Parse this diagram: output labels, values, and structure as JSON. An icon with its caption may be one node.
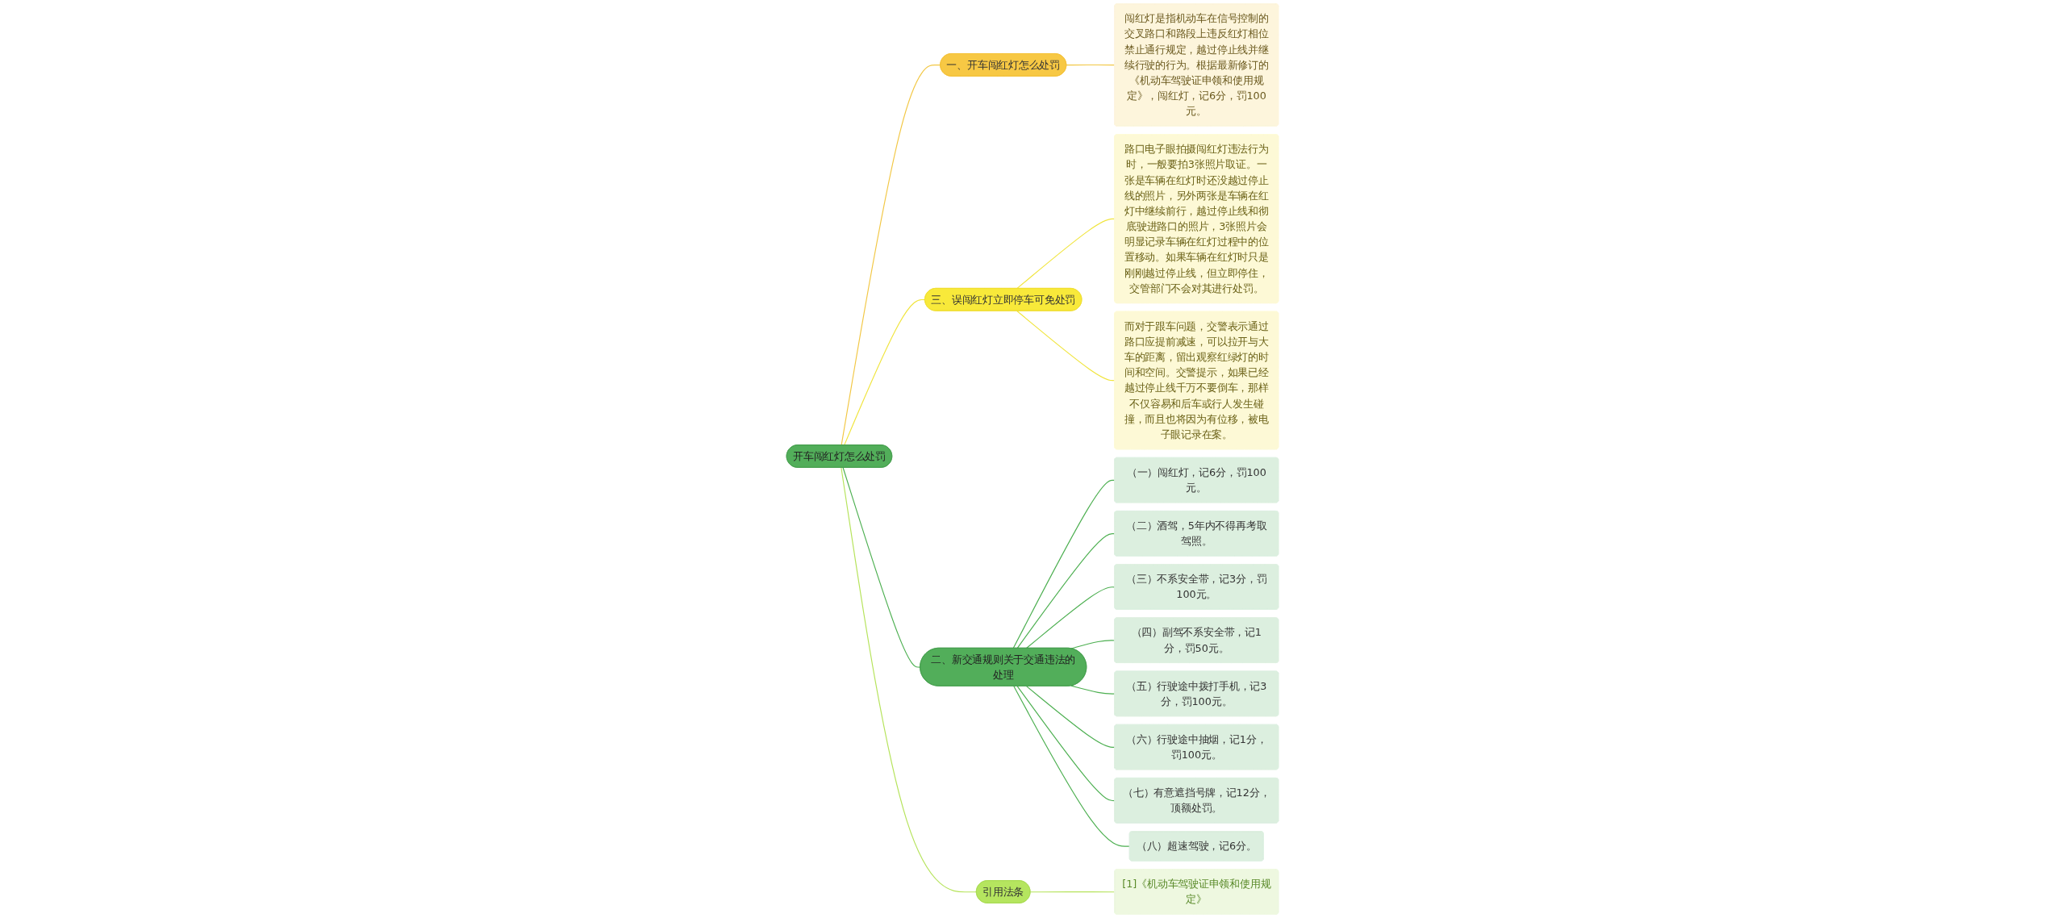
{
  "diagram": {
    "nodes": [
      {
        "text": [
          "开车闯红灯怎么处罚"
        ]
      },
      {
        "text": [
          "一、开车闯红灯怎么处罚"
        ]
      },
      {
        "text": [
          "闯红灯是指机动车在信号控制的交叉路口和路段上违反红灯相位禁止通行规定，越过停止线并继续行驶的行为。根据最新修订的《机动车驾驶证申领和使用规定》，闯红灯，记6分，罚100元。"
        ]
      },
      {
        "text": [
          "三、误闯红灯立即停车可免处罚"
        ]
      },
      {
        "text": [
          "路口电子眼拍摄闯红灯违法行为时，一般要拍3张照片取证。一张是车辆在红灯时还没越过停止线的照片，另外两张是车辆在红灯中继续前行，越过停止线和彻底驶进路口的照片，3张照片会明显记录车辆在红灯过程中的位置移动。如果车辆在红灯时只是刚刚越过停止线，但立即停住，交管部门不会对其进行处罚。"
        ]
      },
      {
        "text": [
          "而对于跟车问题，交警表示通过路口应提前减速，可以拉开与大车的距离，留出观察红绿灯的时间和空间。交警提示，如果已经越过停止线千万不要倒车，那样不仅容易和后车或行人发生碰撞，而且也将因为有位移，被电子眼记录在案。"
        ]
      },
      {
        "text": [
          "二、新交通规则关于交通违法的处理"
        ]
      },
      {
        "text": [
          "（一）闯红灯，记6分，罚100元。"
        ]
      },
      {
        "text": [
          "（二）酒驾，5年内不得再考取驾照。"
        ]
      },
      {
        "text": [
          "（三）不系安全带，记3分，罚100元。"
        ]
      },
      {
        "text": [
          "（四）副驾不系安全带，记1分，罚50元。"
        ]
      },
      {
        "text": [
          "（五）行驶途中拨打手机，记3分，罚100元。"
        ]
      },
      {
        "text": [
          "（六）行驶途中抽烟，记1分，罚100元。"
        ]
      },
      {
        "text": [
          "（七）有意遮挡号牌，记12分，顶额处罚。"
        ]
      },
      {
        "text": [
          "（八）超速驾驶，记6分。"
        ]
      },
      {
        "text": [
          "引用法条"
        ]
      },
      {
        "text": [
          "[1]《机动车驾驶证申领和使用规定》"
        ]
      }
    ],
    "edges": [
      {
        "from": 0,
        "to": 1,
        "arrow": "none",
        "color": "#f2c744"
      },
      {
        "from": 1,
        "to": 2,
        "arrow": "none",
        "color": "#f2c744"
      },
      {
        "from": 0,
        "to": 3,
        "arrow": "none",
        "color": "#f0e43a"
      },
      {
        "from": 3,
        "to": 4,
        "arrow": "none",
        "color": "#f0e43a"
      },
      {
        "from": 3,
        "to": 5,
        "arrow": "none",
        "color": "#f0e43a"
      },
      {
        "from": 0,
        "to": 6,
        "arrow": "none"
      },
      {
        "from": 6,
        "to": 7,
        "arrow": "none"
      },
      {
        "from": 6,
        "to": 8,
        "arrow": "none"
      },
      {
        "from": 6,
        "to": 9,
        "arrow": "none"
      },
      {
        "from": 6,
        "to": 10,
        "arrow": "none"
      },
      {
        "from": 6,
        "to": 11,
        "arrow": "none"
      },
      {
        "from": 6,
        "to": 12,
        "arrow": "none"
      },
      {
        "from": 6,
        "to": 13,
        "arrow": "none"
      },
      {
        "from": 6,
        "to": 14,
        "arrow": "none"
      },
      {
        "from": 0,
        "to": 15,
        "arrow": "none",
        "color": "#b5e35a"
      },
      {
        "from": 15,
        "to": 16,
        "arrow": "none",
        "color": "#b5e35a"
      }
    ]
  }
}
